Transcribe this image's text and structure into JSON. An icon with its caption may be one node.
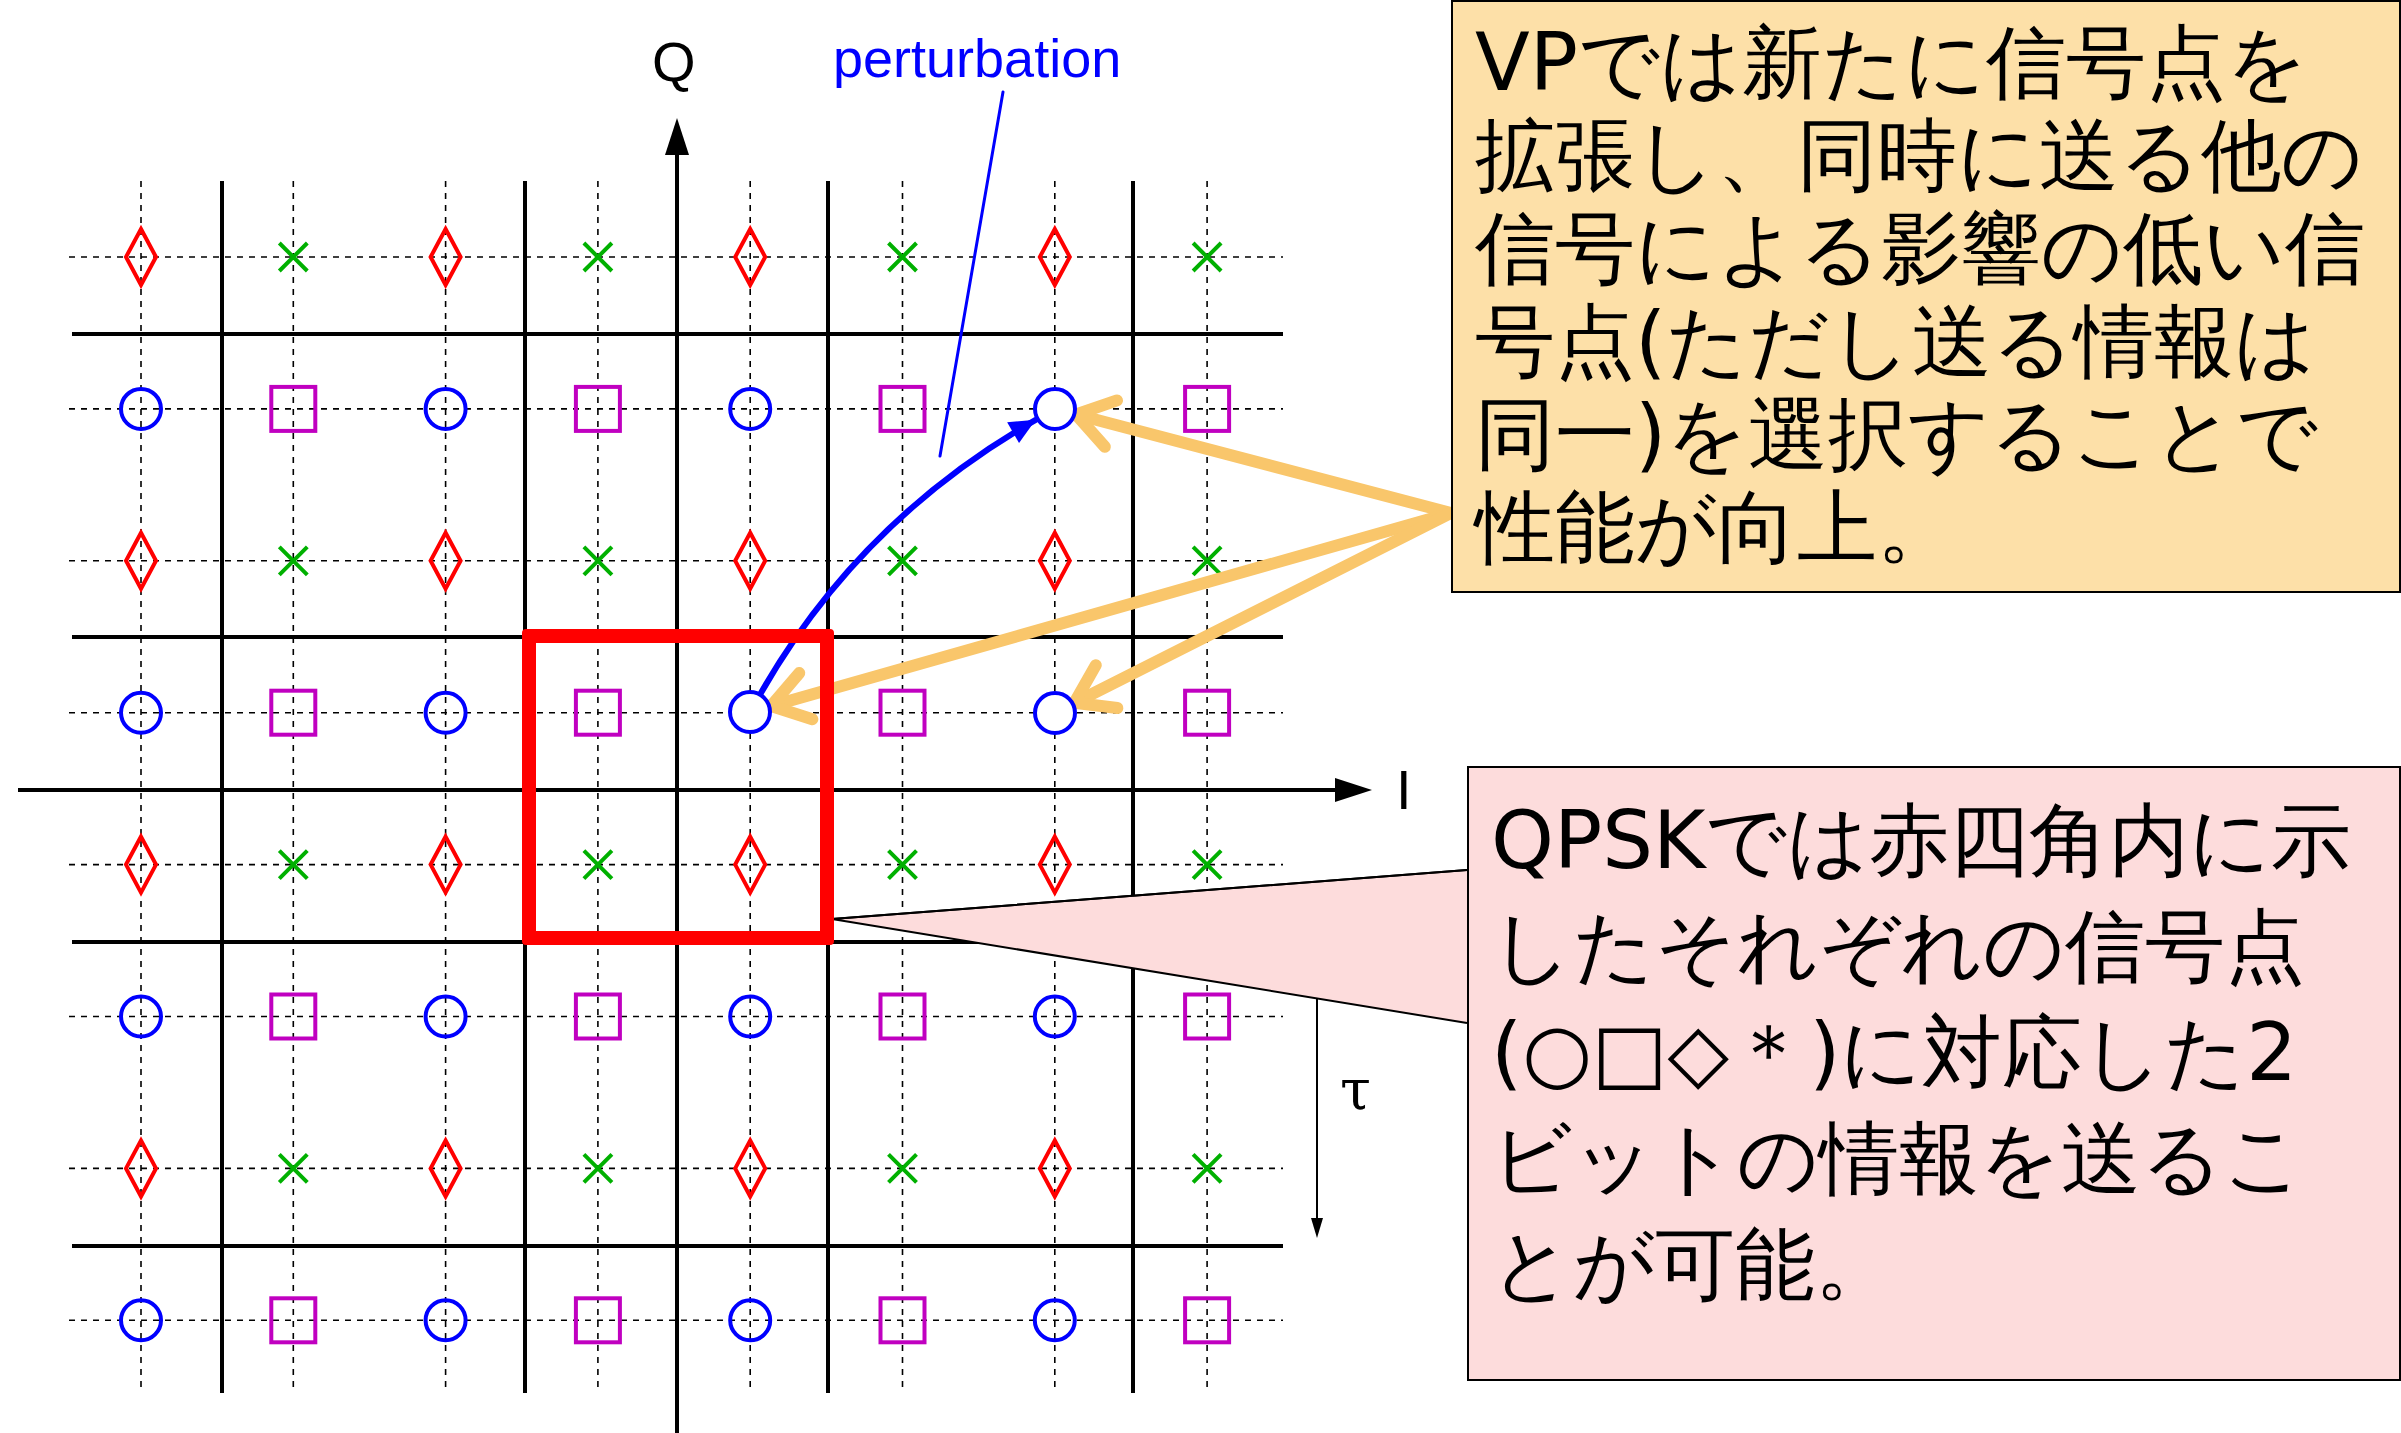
{
  "diagram": {
    "nodes": [
      {
        "text": [
          "perturbation"
        ]
      },
      {
        "text": [
          "VPでは新たに信号点を拡張し、同時に送る他の信号による影響の低い信号点(ただし送る情報は同一)を選択することで性能が向上。"
        ]
      },
      {
        "text": [],
        "shape": "circle"
      },
      {
        "text": [],
        "shape": "box"
      },
      {
        "text": [],
        "shape": "circle",
        "in": 3
      },
      {
        "text": [],
        "shape": "circle"
      },
      {
        "text": [
          "QPSKでは赤四角内に示したそれぞれの信号点(○□◇＊)に対応した2ビットの情報を送ることが可能。"
        ]
      }
    ],
    "edges": [
      {
        "from": 0,
        "to": null,
        "arrow": "none",
        "color": "#0000ff"
      },
      {
        "from": 4,
        "to": 2,
        "arrow": "to",
        "color": "#0000ff"
      },
      {
        "from": 1,
        "to": 2,
        "arrow": "to",
        "style": "thick"
      },
      {
        "from": 1,
        "to": 4,
        "arrow": "to",
        "style": "thick"
      },
      {
        "from": 1,
        "to": 5,
        "arrow": "to",
        "style": "thick"
      },
      {
        "from": 6,
        "to": 3,
        "arrow": "none",
        "color": "#000000"
      }
    ],
    "labels": [
      "Q",
      "I",
      "τ"
    ]
  }
}
